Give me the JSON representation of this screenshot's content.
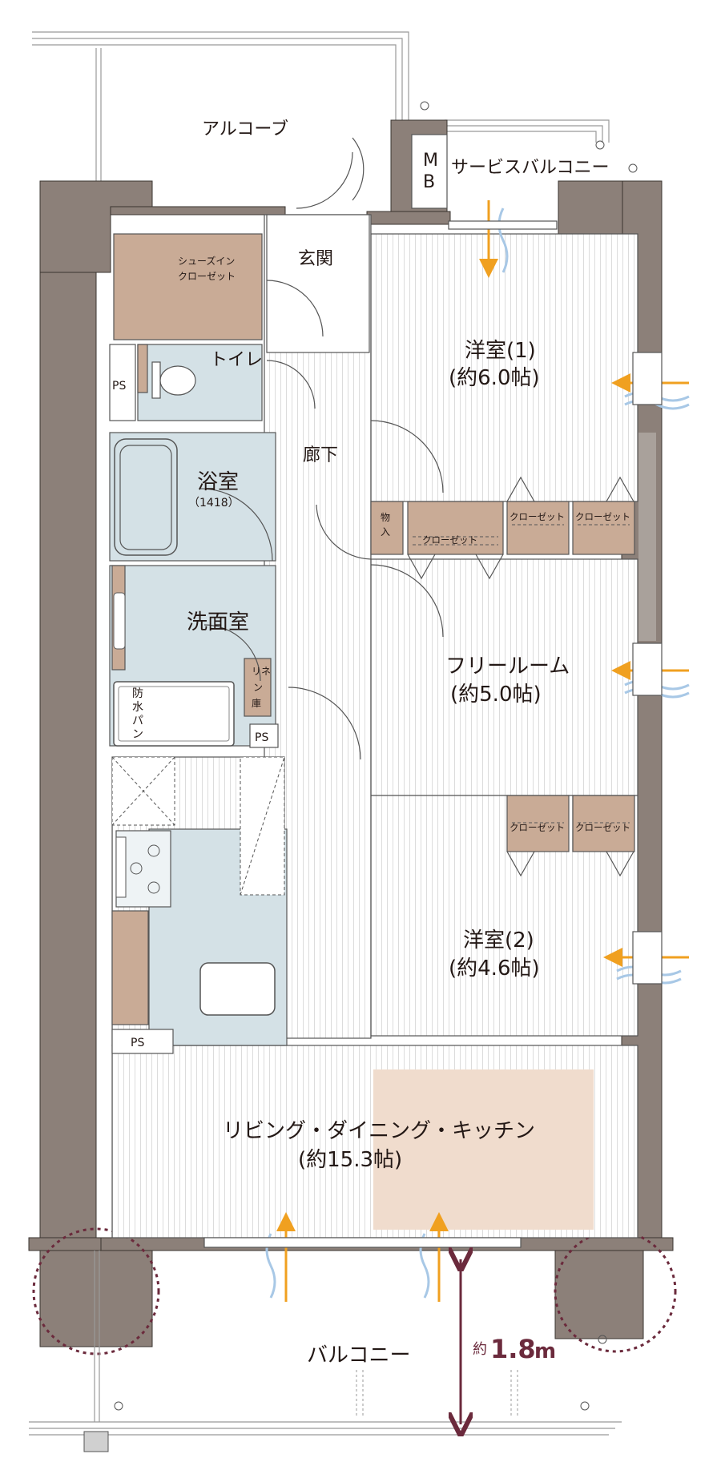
{
  "areas": {
    "alcove": "アルコーブ",
    "service_balcony": "サービスバルコニー",
    "mb_top": "M",
    "mb_bottom": "B",
    "entrance": "玄関",
    "shoes_closet_line1": "シューズイン",
    "shoes_closet_line2": "クローゼット",
    "ps_top": "PS",
    "toilet": "トイレ",
    "bath_name": "浴室",
    "bath_size": "（1418）",
    "corridor": "廊下",
    "washroom": "洗面室",
    "linen_line1": "リネ",
    "linen_line2": "ン",
    "linen_line3": "庫",
    "waterproof_pan_line1": "防",
    "waterproof_pan_line2": "水",
    "waterproof_pan_line3": "パ",
    "waterproof_pan_line4": "ン",
    "ps_mid": "PS",
    "ps_kitchen": "PS",
    "storage_line1": "物",
    "storage_line2": "入",
    "closet": "クローゼット",
    "room1_name": "洋室(1)",
    "room1_size": "(約6.0帖)",
    "free_room_name": "フリールーム",
    "free_room_size": "(約5.0帖)",
    "room2_name": "洋室(2)",
    "room2_size": "(約4.6帖)",
    "ldk_name": "リビング・ダイニング・キッチン",
    "ldk_size": "(約15.3帖)",
    "balcony": "バルコニー",
    "balcony_depth_prefix": "約",
    "balcony_depth_value": "1.8",
    "balcony_depth_unit": "m"
  },
  "colors": {
    "wall": "#8c8079",
    "closet_fill": "#c9ab96",
    "wet_area": "#d4e1e6",
    "ldk_highlight": "#f0dccd",
    "airflow_arrow": "#f0a020",
    "airflow_wave": "#a8c8e6",
    "dimension": "#6b2a3c",
    "line": "#555555"
  }
}
